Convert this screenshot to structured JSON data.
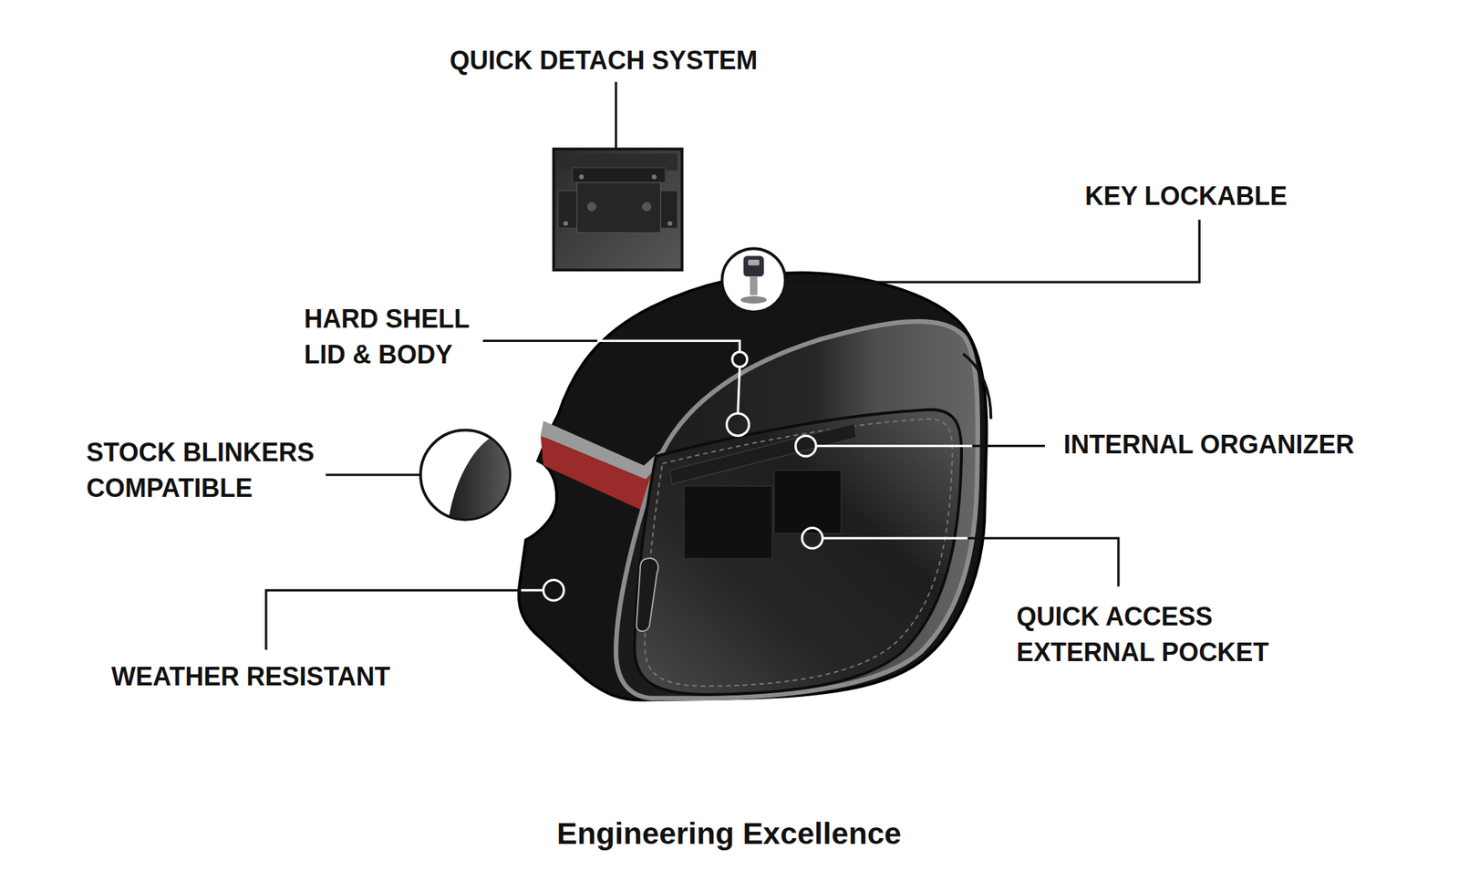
{
  "diagram": {
    "caption": "Engineering Excellence",
    "labels": [
      "QUICK DETACH SYSTEM",
      "KEY LOCKABLE",
      "HARD SHELL LID & BODY",
      "INTERNAL ORGANIZER",
      "STOCK BLINKERS COMPATIBLE",
      "QUICK ACCESS EXTERNAL POCKET",
      "WEATHER RESISTANT"
    ]
  }
}
